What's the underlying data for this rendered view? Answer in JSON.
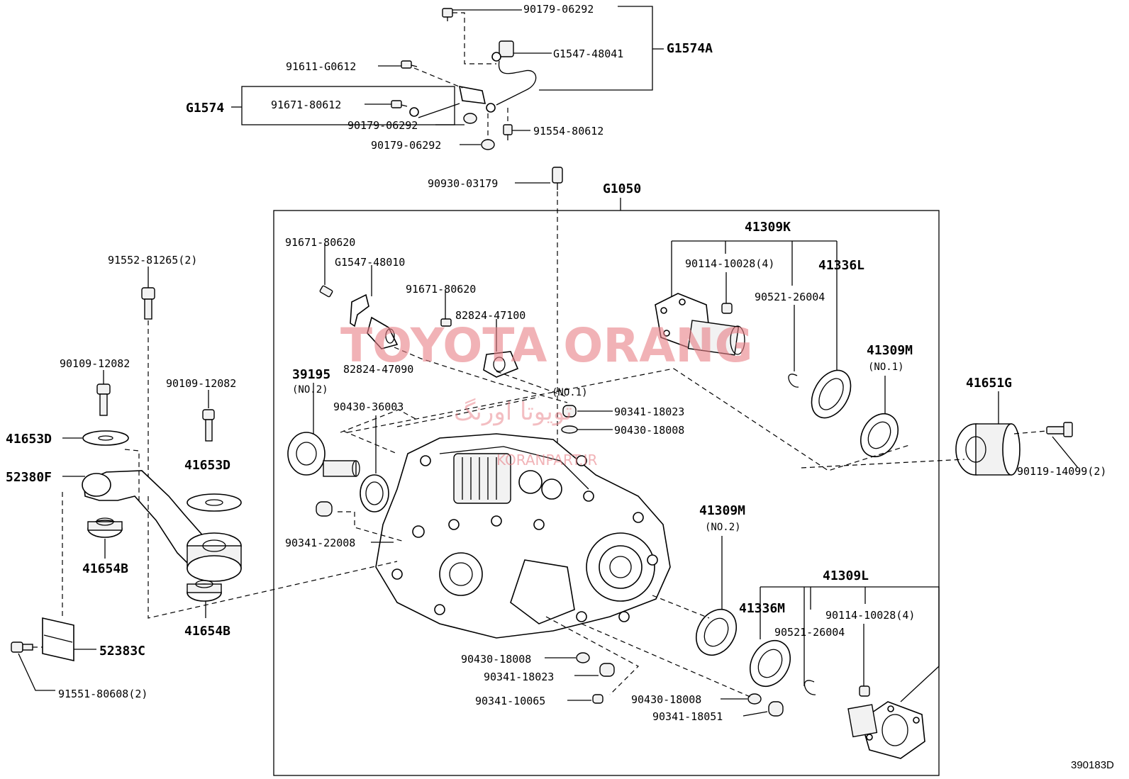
{
  "labels": {
    "p90179_06292_a": "90179-06292",
    "g1574a": "G1574A",
    "p91611_g0612": "91611-G0612",
    "g1547_48041": "G1547-48041",
    "g1574": "G1574",
    "p91671_80612": "91671-80612",
    "p90179_06292_b": "90179-06292",
    "p91554_80612": "91554-80612",
    "p90179_06292_c": "90179-06292",
    "p90930_03179": "90930-03179",
    "g1050": "G1050",
    "p91671_80620_a": "91671-80620",
    "g1547_48010": "G1547-48010",
    "p91671_80620_b": "91671-80620",
    "p82824_47100": "82824-47100",
    "p82824_47090": "82824-47090",
    "p41309k": "41309K",
    "p90114_10028_a": "90114-10028(4)",
    "p41336l": "41336L",
    "p90521_26004_a": "90521-26004",
    "p41309m_1": "41309M",
    "no1_a": "(NO.1)",
    "p41651g": "41651G",
    "p90119_14099": "90119-14099(2)",
    "p39195": "39195",
    "no2_a": "(NO.2)",
    "p90430_36003": "90430-36003",
    "no1_b": "(NO.1)",
    "p90341_18023_a": "90341-18023",
    "p90430_18008_a": "90430-18008",
    "p91552_81265": "91552-81265(2)",
    "p90109_12082_a": "90109-12082",
    "p90109_12082_b": "90109-12082",
    "p41653d_a": "41653D",
    "p41653d_b": "41653D",
    "p52380f": "52380F",
    "p41654b_a": "41654B",
    "p41654b_b": "41654B",
    "p90341_22008": "90341-22008",
    "p41309m_2": "41309M",
    "no2_b": "(NO.2)",
    "p41309l": "41309L",
    "p41336m": "41336M",
    "p90114_10028_b": "90114-10028(4)",
    "p90521_26004_b": "90521-26004",
    "p52383c": "52383C",
    "p91551_80608": "91551-80608(2)",
    "p90430_18008_b": "90430-18008",
    "p90341_18023_b": "90341-18023",
    "p90341_10065": "90341-10065",
    "p90430_18008_c": "90430-18008",
    "p90341_18051": "90341-18051",
    "ref_code": "390183D"
  },
  "watermark": {
    "main": "TOYOTA ORANG",
    "persian": "تویوتا اورنگ",
    "site": "KORANPART.IR",
    "color": "#e87f86"
  },
  "icons": [
    "bolt-icon",
    "washer-icon",
    "plug-icon",
    "sensor-icon",
    "oil-seal-icon",
    "snap-ring-icon",
    "flange-icon",
    "transfer-case-icon",
    "bracket-icon",
    "bushing-icon",
    "damper-icon"
  ]
}
